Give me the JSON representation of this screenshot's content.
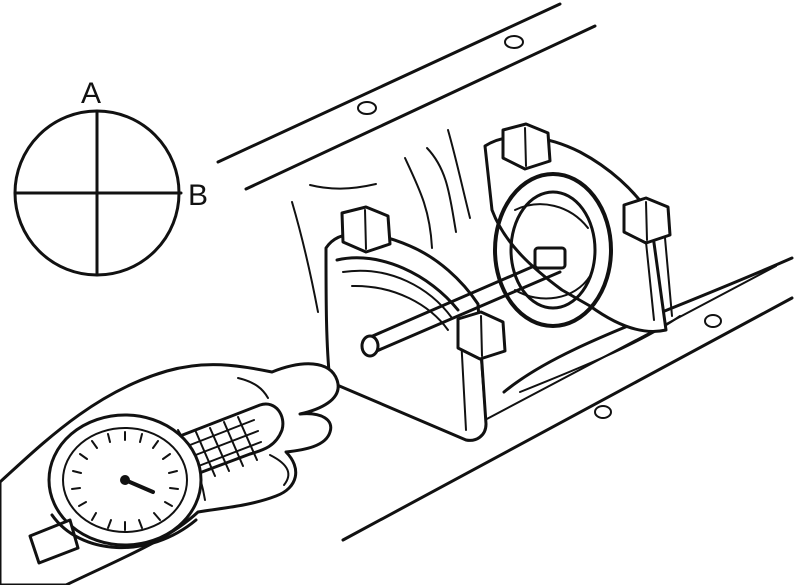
{
  "diagram": {
    "labels": {
      "a": "A",
      "b": "B"
    },
    "colors": {
      "ink": "#111111",
      "paper": "#ffffff"
    },
    "icons": {
      "measurement_key": "circle-crosshair-icon",
      "tool": "dial-bore-gauge",
      "part": "bearing-cap"
    }
  }
}
